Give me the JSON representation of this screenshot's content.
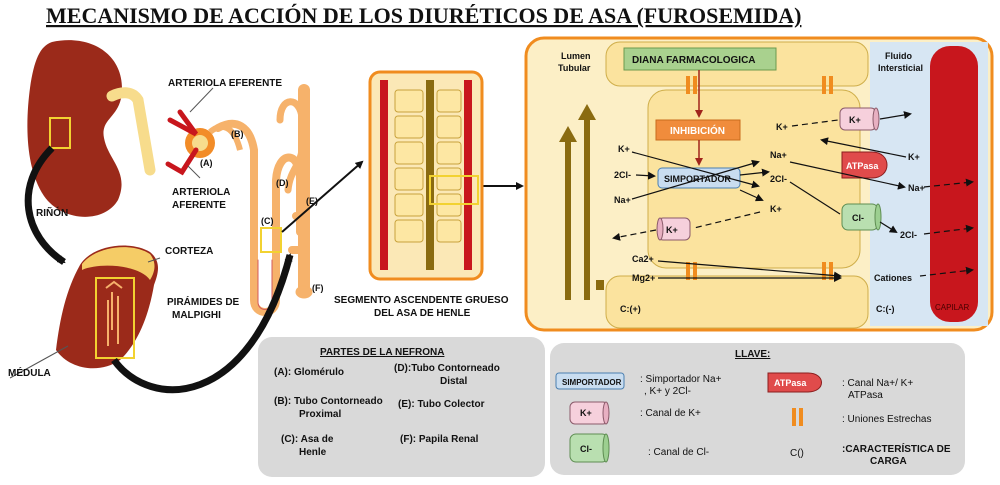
{
  "title": "MECANISMO DE ACCIÓN DE LOS DIURÉTICOS DE ASA (FUROSEMIDA)",
  "kidney": {
    "rinon": "RIÑÓN",
    "corteza": "CORTEZA",
    "piramides_1": "PIRÁMIDES DE",
    "piramides_2": "MALPIGHI",
    "medula": "MÉDULA",
    "arteriola_eferente": "ARTERIOLA EFERENTE",
    "arteriola_aferente_1": "ARTERIOLA",
    "arteriola_aferente_2": "AFERENTE"
  },
  "nephron_markers": {
    "a": "(A)",
    "b": "(B)",
    "c": "(C)",
    "d": "(D)",
    "e": "(E)",
    "f": "(F)"
  },
  "segment": {
    "line1": "SEGMENTO ASCENDENTE GRUESO",
    "line2": "DEL ASA DE HENLE"
  },
  "cell": {
    "lumen_1": "Lumen",
    "lumen_2": "Tubular",
    "fluido_1": "Fluido",
    "fluido_2": "Intersticial",
    "diana": "DIANA FARMACOLOGICA",
    "inhibicion": "INHIBICIÓN",
    "simportador": "SIMPORTADOR",
    "k_lumen": "K+",
    "cl2_lumen": "2Cl-",
    "na_lumen": "Na+",
    "na_cell": "Na+",
    "cl2_cell": "2Cl-",
    "k_cell": "K+",
    "k_channel": "K+",
    "k_top_left": "K+",
    "k_top_channel": "K+",
    "atpasa": "ATPasa",
    "k_atp": "K+",
    "na_atp": "Na+",
    "cl_channel": "Cl-",
    "cl2_out": "2Cl-",
    "ca": "Ca2+",
    "mg": "Mg2+",
    "cationes": "Cationes",
    "charge_pos": "C:(+)",
    "charge_neg": "C:(-)",
    "capilar": "CAPILAR"
  },
  "partes": {
    "title": "PARTES DE LA NEFRONA",
    "a": "(A): Glomérulo",
    "b1": "(B): Tubo Contorneado",
    "b2": "Proximal",
    "c1": "(C): Asa de",
    "c2": "Henle",
    "d1": "(D):Tubo Contorneado",
    "d2": "Distal",
    "e": "(E): Tubo Colector",
    "f": "(F): Papila Renal"
  },
  "llave": {
    "title": "LLAVE:",
    "simportador_tag": "SIMPORTADOR",
    "simportador_desc1": ": Simportador Na+",
    "simportador_desc2": ", K+ y 2Cl-",
    "k_tag": "K+",
    "k_desc": ": Canal de K+",
    "cl_tag": "Cl-",
    "cl_desc": ": Canal de Cl-",
    "atpasa_tag": "ATPasa",
    "atpasa_desc1": ": Canal Na+/ K+",
    "atpasa_desc2": "ATPasa",
    "uniones_desc": ": Uniones Estrechas",
    "carga_tag": "C()",
    "carga_desc1": ":CARACTERÍSTICA DE",
    "carga_desc2": "CARGA"
  },
  "side_id": "348307177"
}
